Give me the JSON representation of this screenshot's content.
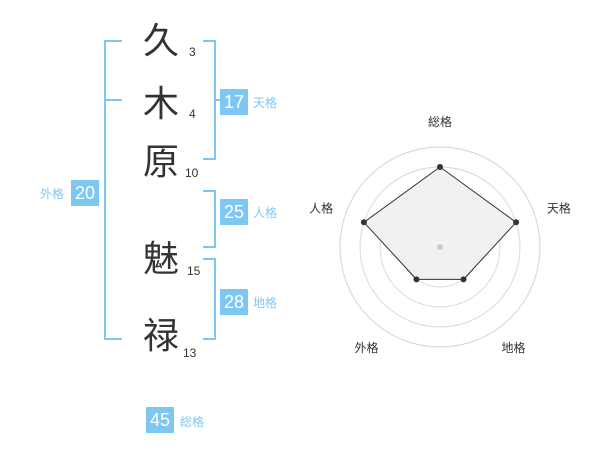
{
  "name": {
    "chars": [
      {
        "char": "久",
        "strokes": "3"
      },
      {
        "char": "木",
        "strokes": "4"
      },
      {
        "char": "原",
        "strokes": "10"
      },
      {
        "char": "魅",
        "strokes": "15"
      },
      {
        "char": "禄",
        "strokes": "13"
      }
    ]
  },
  "kakusu": {
    "tenkaku": {
      "value": "17",
      "label": "天格"
    },
    "jinkaku": {
      "value": "25",
      "label": "人格"
    },
    "chikaku": {
      "value": "28",
      "label": "地格"
    },
    "gaikaku": {
      "value": "20",
      "label": "外格"
    },
    "soukaku": {
      "value": "45",
      "label": "総格"
    }
  },
  "colors": {
    "accent": "#7fc7f3",
    "text": "#333333",
    "ring": "#d9d9d9",
    "fill": "#f0f0f0"
  },
  "chart_data": {
    "type": "radar",
    "axes": [
      "総格",
      "天格",
      "地格",
      "外格",
      "人格"
    ],
    "values": [
      4,
      4,
      2,
      2,
      4
    ],
    "rmax": 5,
    "rings": 5
  }
}
